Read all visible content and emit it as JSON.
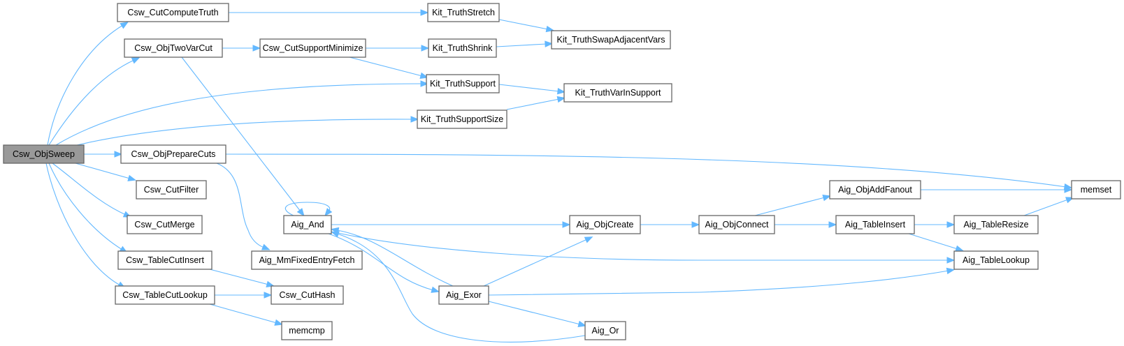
{
  "graph": {
    "type": "call-graph",
    "colors": {
      "edge": "#63b8ff",
      "node_border": "#666666",
      "root_fill": "#999999",
      "node_fill": "#ffffff"
    },
    "nodes": [
      {
        "id": "Csw_ObjSweep",
        "label": "Csw_ObjSweep",
        "root": true
      },
      {
        "id": "Csw_CutComputeTruth",
        "label": "Csw_CutComputeTruth"
      },
      {
        "id": "Csw_ObjTwoVarCut",
        "label": "Csw_ObjTwoVarCut"
      },
      {
        "id": "Csw_ObjPrepareCuts",
        "label": "Csw_ObjPrepareCuts"
      },
      {
        "id": "Csw_CutFilter",
        "label": "Csw_CutFilter"
      },
      {
        "id": "Csw_CutMerge",
        "label": "Csw_CutMerge"
      },
      {
        "id": "Csw_TableCutInsert",
        "label": "Csw_TableCutInsert"
      },
      {
        "id": "Csw_TableCutLookup",
        "label": "Csw_TableCutLookup"
      },
      {
        "id": "Csw_CutSupportMinimize",
        "label": "Csw_CutSupportMinimize"
      },
      {
        "id": "Aig_And",
        "label": "Aig_And"
      },
      {
        "id": "Aig_MmFixedEntryFetch",
        "label": "Aig_MmFixedEntryFetch"
      },
      {
        "id": "Csw_CutHash",
        "label": "Csw_CutHash"
      },
      {
        "id": "memcmp",
        "label": "memcmp"
      },
      {
        "id": "Kit_TruthStretch",
        "label": "Kit_TruthStretch"
      },
      {
        "id": "Kit_TruthShrink",
        "label": "Kit_TruthShrink"
      },
      {
        "id": "Kit_TruthSupport",
        "label": "Kit_TruthSupport"
      },
      {
        "id": "Kit_TruthSupportSize",
        "label": "Kit_TruthSupportSize"
      },
      {
        "id": "Aig_Exor",
        "label": "Aig_Exor"
      },
      {
        "id": "Aig_Or",
        "label": "Aig_Or"
      },
      {
        "id": "Kit_TruthSwapAdjacentVars",
        "label": "Kit_TruthSwapAdjacentVars"
      },
      {
        "id": "Kit_TruthVarInSupport",
        "label": "Kit_TruthVarInSupport"
      },
      {
        "id": "Aig_ObjCreate",
        "label": "Aig_ObjCreate"
      },
      {
        "id": "Aig_ObjConnect",
        "label": "Aig_ObjConnect"
      },
      {
        "id": "Aig_ObjAddFanout",
        "label": "Aig_ObjAddFanout"
      },
      {
        "id": "Aig_TableInsert",
        "label": "Aig_TableInsert"
      },
      {
        "id": "Aig_TableResize",
        "label": "Aig_TableResize"
      },
      {
        "id": "Aig_TableLookup",
        "label": "Aig_TableLookup"
      },
      {
        "id": "memset",
        "label": "memset"
      }
    ],
    "edges": [
      {
        "from": "Csw_ObjSweep",
        "to": "Csw_CutComputeTruth"
      },
      {
        "from": "Csw_ObjSweep",
        "to": "Csw_ObjTwoVarCut"
      },
      {
        "from": "Csw_ObjSweep",
        "to": "Kit_TruthSupport"
      },
      {
        "from": "Csw_ObjSweep",
        "to": "Kit_TruthSupportSize"
      },
      {
        "from": "Csw_ObjSweep",
        "to": "Csw_ObjPrepareCuts"
      },
      {
        "from": "Csw_ObjSweep",
        "to": "Csw_CutFilter"
      },
      {
        "from": "Csw_ObjSweep",
        "to": "Csw_CutMerge"
      },
      {
        "from": "Csw_ObjSweep",
        "to": "Csw_TableCutInsert"
      },
      {
        "from": "Csw_ObjSweep",
        "to": "Csw_TableCutLookup"
      },
      {
        "from": "Csw_CutComputeTruth",
        "to": "Kit_TruthStretch"
      },
      {
        "from": "Csw_ObjTwoVarCut",
        "to": "Csw_CutSupportMinimize"
      },
      {
        "from": "Csw_ObjTwoVarCut",
        "to": "Aig_And"
      },
      {
        "from": "Csw_CutSupportMinimize",
        "to": "Kit_TruthShrink"
      },
      {
        "from": "Csw_CutSupportMinimize",
        "to": "Kit_TruthSupport"
      },
      {
        "from": "Kit_TruthStretch",
        "to": "Kit_TruthSwapAdjacentVars"
      },
      {
        "from": "Kit_TruthShrink",
        "to": "Kit_TruthSwapAdjacentVars"
      },
      {
        "from": "Kit_TruthSupport",
        "to": "Kit_TruthVarInSupport"
      },
      {
        "from": "Kit_TruthSupportSize",
        "to": "Kit_TruthVarInSupport"
      },
      {
        "from": "Csw_ObjPrepareCuts",
        "to": "memset"
      },
      {
        "from": "Csw_ObjPrepareCuts",
        "to": "Aig_MmFixedEntryFetch"
      },
      {
        "from": "Aig_And",
        "to": "Aig_And"
      },
      {
        "from": "Aig_And",
        "to": "Aig_ObjCreate"
      },
      {
        "from": "Aig_And",
        "to": "Aig_TableLookup"
      },
      {
        "from": "Aig_And",
        "to": "Aig_Exor"
      },
      {
        "from": "Aig_Exor",
        "to": "Aig_And"
      },
      {
        "from": "Aig_Exor",
        "to": "Aig_ObjCreate"
      },
      {
        "from": "Aig_Exor",
        "to": "Aig_TableLookup"
      },
      {
        "from": "Aig_Exor",
        "to": "Aig_Or"
      },
      {
        "from": "Aig_Or",
        "to": "Aig_And"
      },
      {
        "from": "Aig_ObjCreate",
        "to": "Aig_ObjConnect"
      },
      {
        "from": "Aig_ObjConnect",
        "to": "Aig_ObjAddFanout"
      },
      {
        "from": "Aig_ObjConnect",
        "to": "Aig_TableInsert"
      },
      {
        "from": "Aig_ObjAddFanout",
        "to": "memset"
      },
      {
        "from": "Aig_TableInsert",
        "to": "Aig_TableResize"
      },
      {
        "from": "Aig_TableInsert",
        "to": "Aig_TableLookup"
      },
      {
        "from": "Aig_TableResize",
        "to": "memset"
      },
      {
        "from": "Csw_TableCutInsert",
        "to": "Csw_CutHash"
      },
      {
        "from": "Csw_TableCutLookup",
        "to": "Csw_CutHash"
      },
      {
        "from": "Csw_TableCutLookup",
        "to": "memcmp"
      }
    ]
  }
}
